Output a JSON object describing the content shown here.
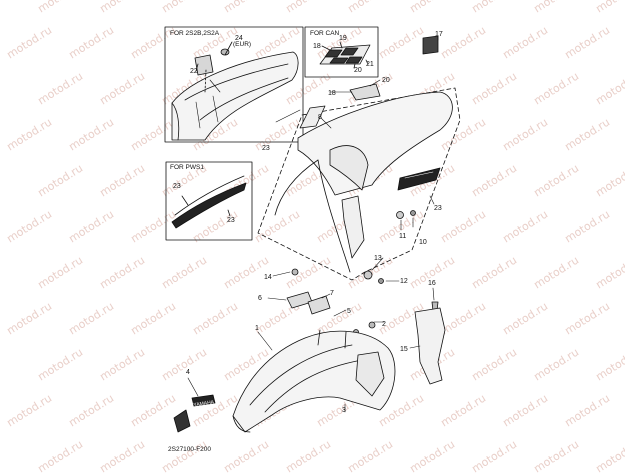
{
  "watermark": "motod.ru",
  "insets": {
    "a": {
      "title": "FOR 2S2B,2S2A",
      "note": "(EUR)"
    },
    "b": {
      "title": "FOR CAN"
    },
    "c": {
      "title": "FOR PWS1"
    }
  },
  "callouts": [
    "1",
    "2",
    "3",
    "4",
    "5",
    "6",
    "7",
    "8",
    "10",
    "11",
    "12",
    "13",
    "14",
    "15",
    "16",
    "17",
    "18",
    "19",
    "20",
    "21",
    "22",
    "23",
    "24"
  ],
  "labels": {
    "decal_text": "YAMAHA"
  },
  "figure_code": "2S27100-F200"
}
